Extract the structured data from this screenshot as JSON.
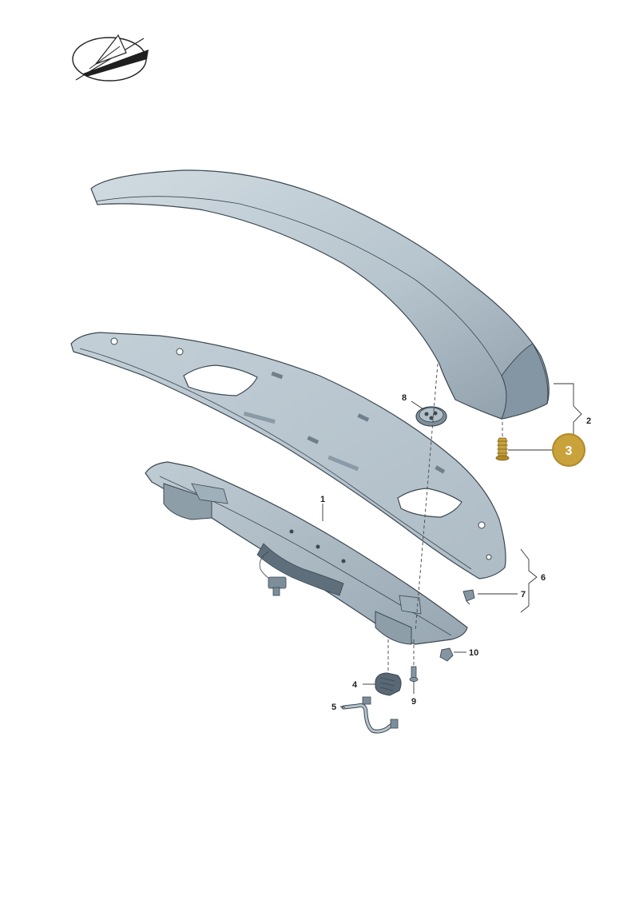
{
  "colors": {
    "part_fill": "#b9c6cf",
    "part_light": "#d4dde3",
    "part_dark": "#7f8f9b",
    "outline": "#3c4852",
    "highlight": "#c9a23c",
    "highlight_ring": "#b08a28"
  },
  "icons": {
    "logo": "diagram-symbol-icon"
  },
  "callouts": {
    "c1": "1",
    "c2": "2",
    "c3": "3",
    "c4": "4",
    "c5": "5",
    "c6": "6",
    "c7": "7",
    "c8": "8",
    "c9": "9",
    "c10": "10"
  },
  "highlighted_callout": "3"
}
